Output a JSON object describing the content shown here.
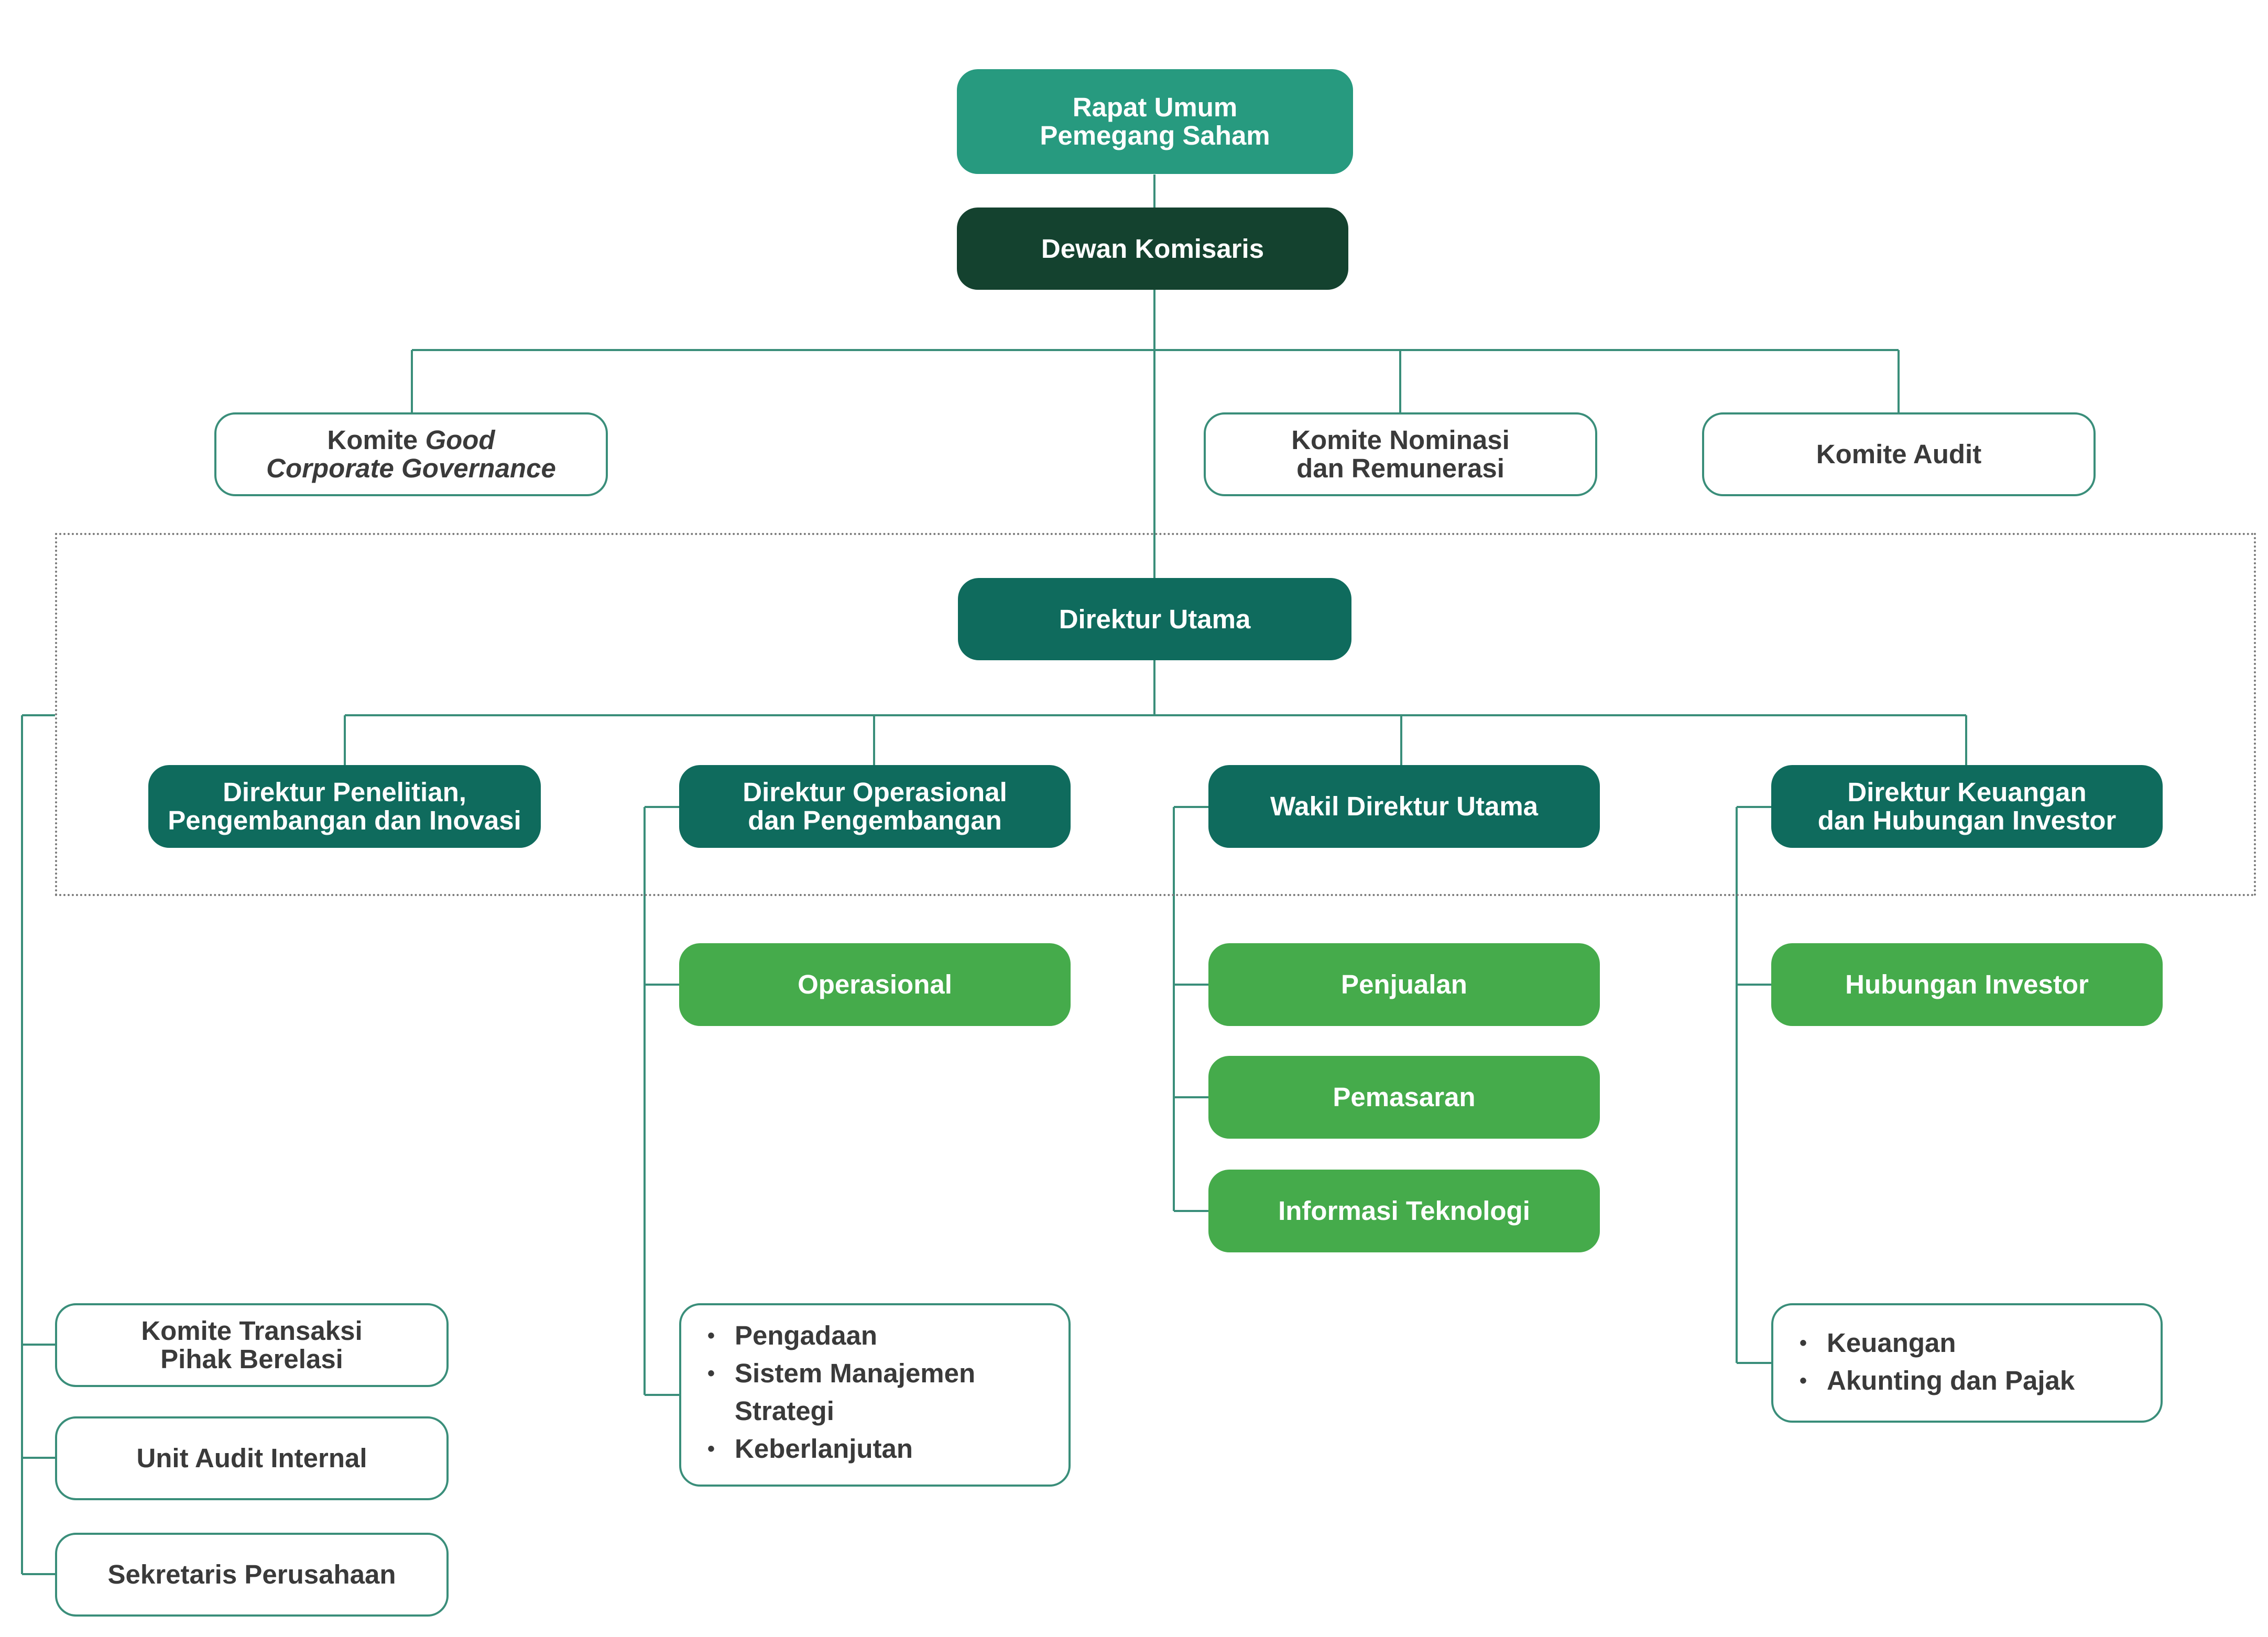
{
  "top": {
    "rups": [
      "Rapat Umum",
      "Pemegang Saham"
    ],
    "dewan_komisaris": "Dewan Komisaris"
  },
  "committees": {
    "gcg": {
      "prefix": "Komite ",
      "italic1": "Good",
      "italic2": "Corporate Governance"
    },
    "nominasi": [
      "Komite Nominasi",
      "dan Remunerasi"
    ],
    "audit": "Komite Audit"
  },
  "directors": {
    "utama": "Direktur Utama",
    "penelitian": [
      "Direktur Penelitian,",
      "Pengembangan dan Inovasi"
    ],
    "operasional": [
      "Direktur Operasional",
      "dan Pengembangan"
    ],
    "wakil": "Wakil Direktur Utama",
    "keuangan": [
      "Direktur Keuangan",
      "dan Hubungan Investor"
    ]
  },
  "divisions": {
    "operasional": "Operasional",
    "penjualan": "Penjualan",
    "pemasaran": "Pemasaran",
    "informasi_teknologi": "Informasi Teknologi",
    "hubungan_investor": "Hubungan Investor"
  },
  "units": {
    "operasional_list": [
      "Pengadaan",
      "Sistem Manajemen",
      "Strategi",
      "Keberlanjutan"
    ],
    "keuangan_list": [
      "Keuangan",
      "Akunting dan Pajak"
    ]
  },
  "support_units": {
    "transaksi": [
      "Komite Transaksi",
      "Pihak Berelasi"
    ],
    "audit_internal": "Unit Audit Internal",
    "sekretaris": "Sekretaris Perusahaan"
  },
  "colors": {
    "line": "#3a8e7a",
    "teal": "#279a7f",
    "darkest": "#14422f",
    "dark": "#0f6b5d",
    "green": "#45ab4b"
  }
}
